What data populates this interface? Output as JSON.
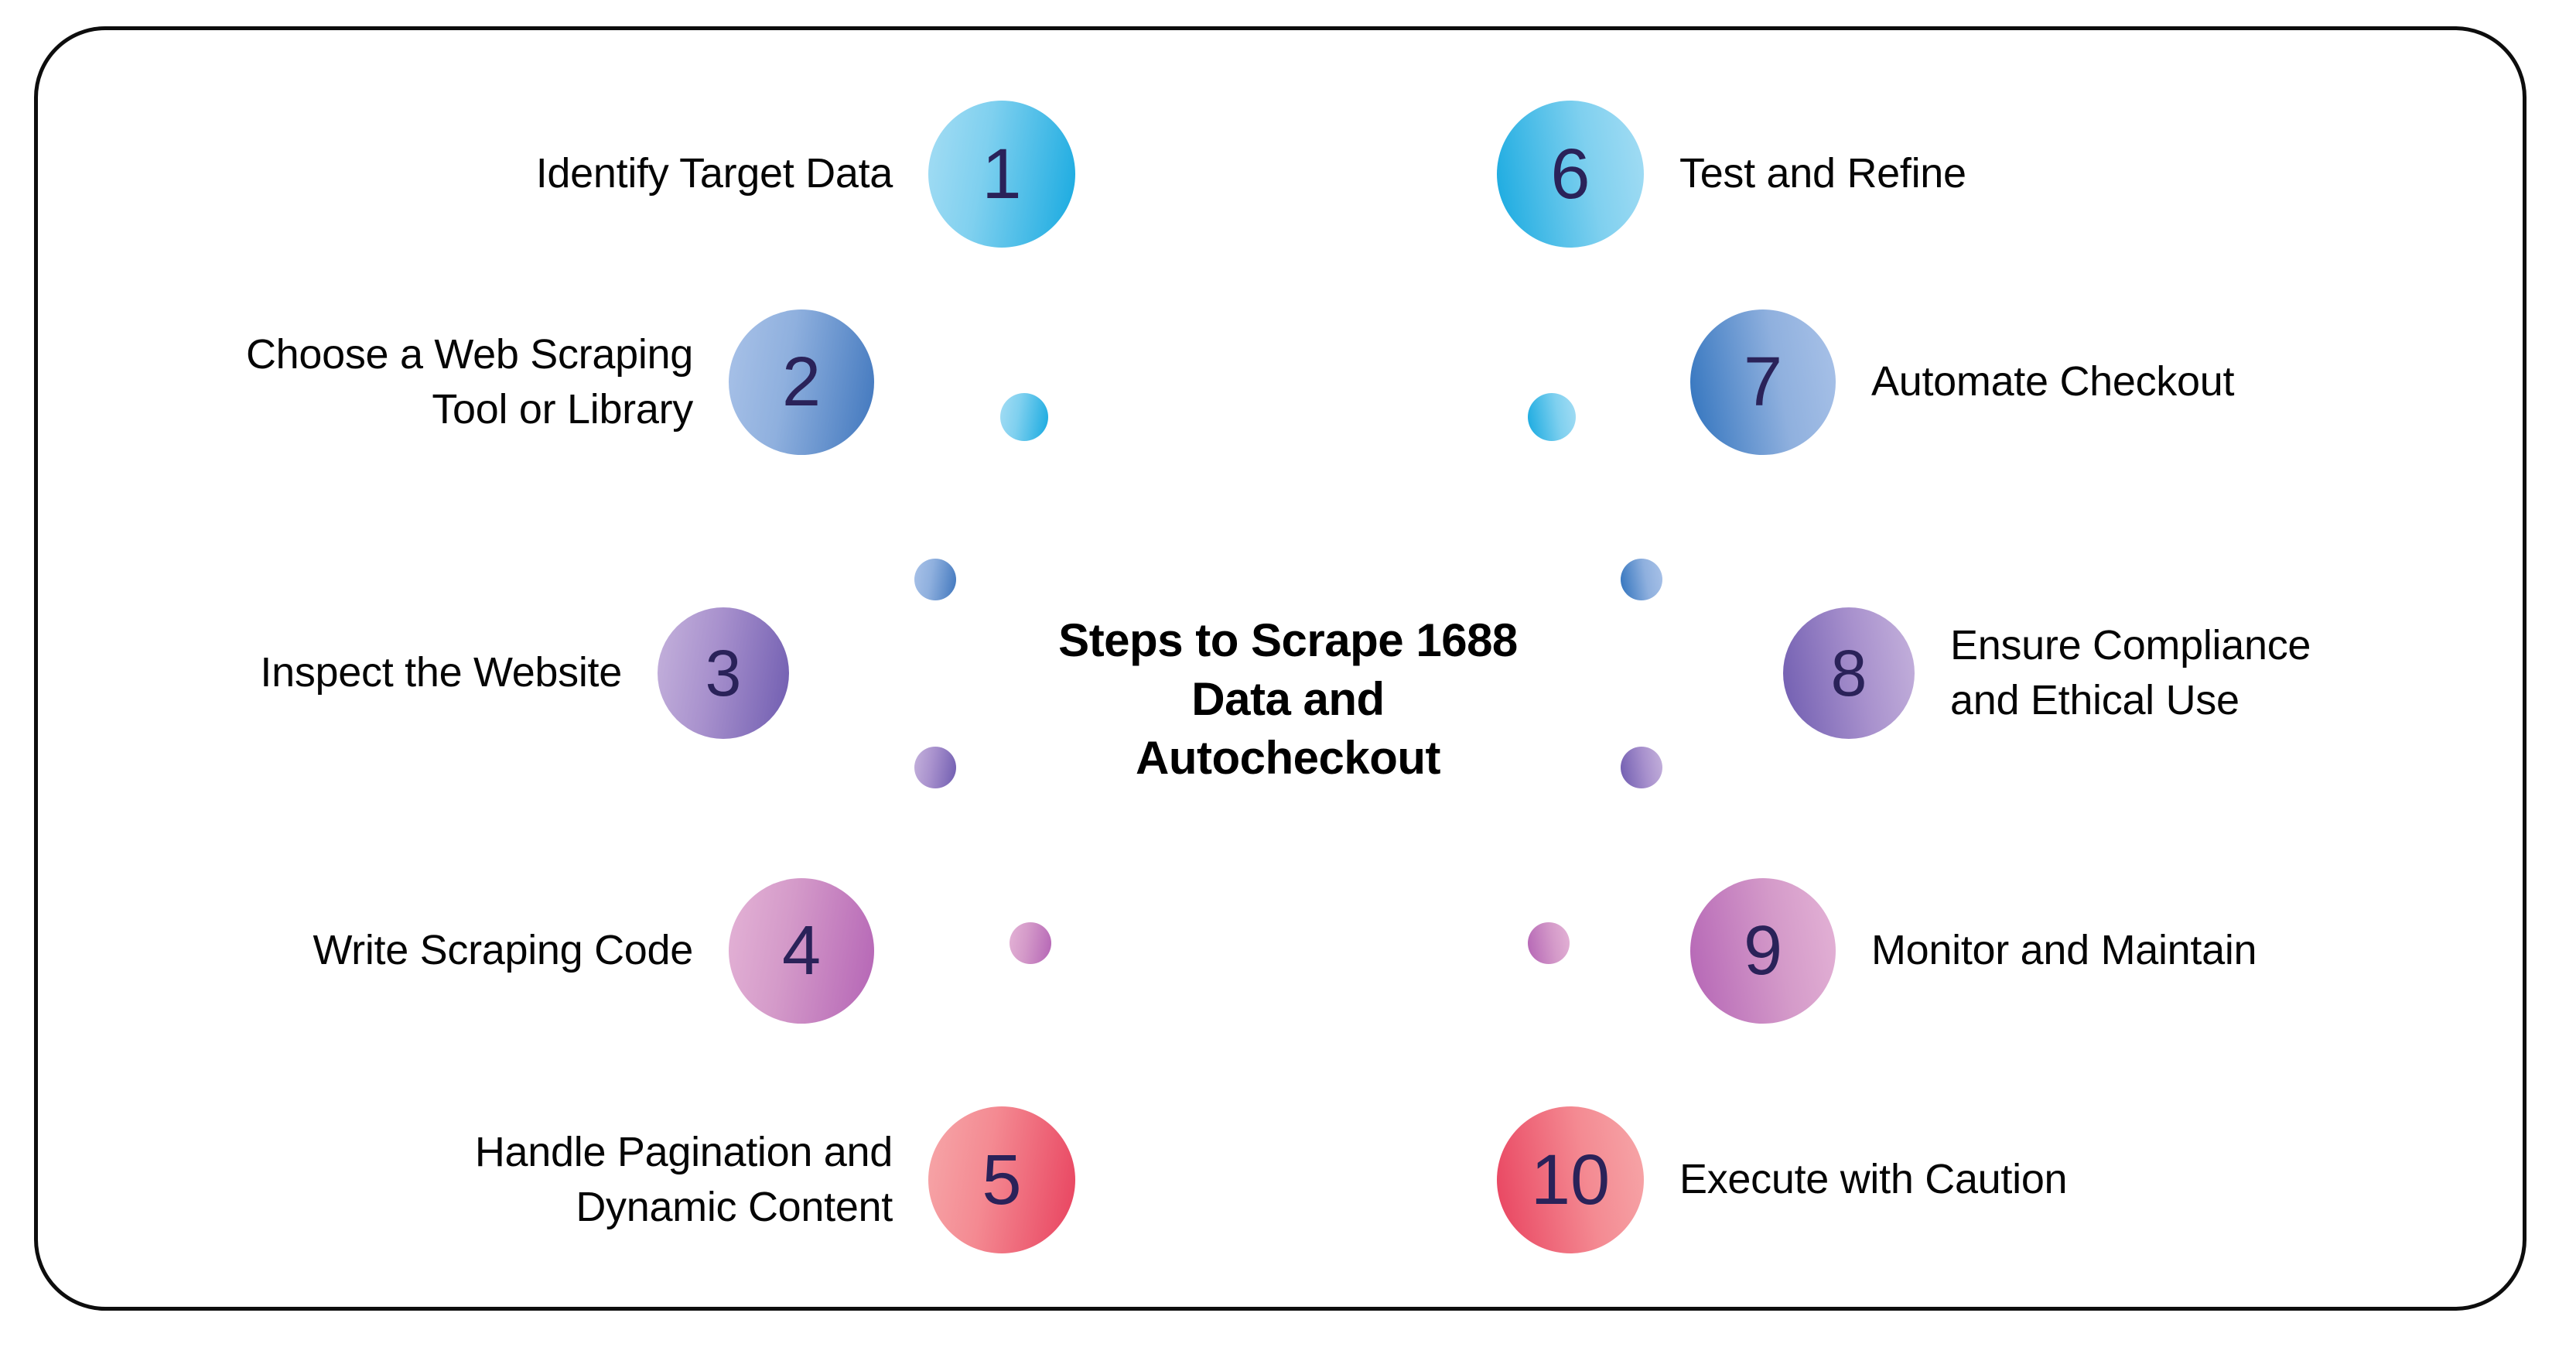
{
  "title": {
    "lines": [
      "Steps to Scrape 1688",
      "Data and",
      "Autocheckout"
    ],
    "full": "Steps to Scrape 1688 Data and Autocheckout"
  },
  "colors": {
    "text": "#050505",
    "number": "#2a2259",
    "frame": "#0d0d0d",
    "background": "#ffffff",
    "cyan": "#16a9e0",
    "cyan_light": "#a5ddf4",
    "blue": "#3f76bd",
    "blue_light": "#a9c2e8",
    "purple": "#6f5cb0",
    "purple_light": "#c5b2dc",
    "orchid": "#b464b5",
    "orchid_light": "#e4b3d6",
    "red": "#e8415e",
    "red_light": "#f6a7a9"
  },
  "steps_left": [
    {
      "number": "1",
      "label": "Identify Target Data"
    },
    {
      "number": "2",
      "label": "Choose a Web Scraping\nTool or Library"
    },
    {
      "number": "3",
      "label": "Inspect the Website"
    },
    {
      "number": "4",
      "label": "Write Scraping Code"
    },
    {
      "number": "5",
      "label": "Handle Pagination and\nDynamic Content"
    }
  ],
  "steps_right": [
    {
      "number": "6",
      "label": "Test and Refine"
    },
    {
      "number": "7",
      "label": "Automate Checkout"
    },
    {
      "number": "8",
      "label": "Ensure Compliance\nand Ethical Use"
    },
    {
      "number": "9",
      "label": "Monitor and Maintain"
    },
    {
      "number": "10",
      "label": "Execute with Caution"
    }
  ]
}
